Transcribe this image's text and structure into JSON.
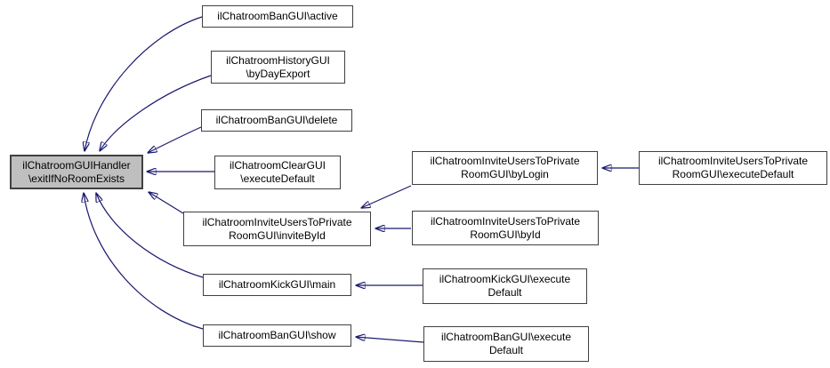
{
  "diagram": {
    "type": "call-graph",
    "background_color": "#ffffff",
    "edge_color": "#191970",
    "node_fill_color": "#ffffff",
    "node_border_color": "#404040",
    "highlight_fill_color": "#bfbfbf"
  },
  "nodes": {
    "exit": {
      "label": "ilChatroomGUIHandler\n\\exitIfNoRoomExists",
      "highlighted": true
    },
    "active": {
      "label": "ilChatroomBanGUI\\active"
    },
    "history": {
      "label": "ilChatroomHistoryGUI\n\\byDayExport"
    },
    "delete": {
      "label": "ilChatroomBanGUI\\delete"
    },
    "clear": {
      "label": "ilChatroomClearGUI\n\\executeDefault"
    },
    "inviteById": {
      "label": "ilChatroomInviteUsersToPrivate\nRoomGUI\\inviteById"
    },
    "kickMain": {
      "label": "ilChatroomKickGUI\\main"
    },
    "banShow": {
      "label": "ilChatroomBanGUI\\show"
    },
    "byLogin": {
      "label": "ilChatroomInviteUsersToPrivate\nRoomGUI\\byLogin"
    },
    "byId": {
      "label": "ilChatroomInviteUsersToPrivate\nRoomGUI\\byId"
    },
    "kickExec": {
      "label": "ilChatroomKickGUI\\execute\nDefault"
    },
    "banExec": {
      "label": "ilChatroomBanGUI\\execute\nDefault"
    },
    "invExec": {
      "label": "ilChatroomInviteUsersToPrivate\nRoomGUI\\executeDefault"
    }
  },
  "edges": [
    {
      "from": "active",
      "to": "exit"
    },
    {
      "from": "history",
      "to": "exit"
    },
    {
      "from": "delete",
      "to": "exit"
    },
    {
      "from": "clear",
      "to": "exit"
    },
    {
      "from": "inviteById",
      "to": "exit"
    },
    {
      "from": "kickMain",
      "to": "exit"
    },
    {
      "from": "banShow",
      "to": "exit"
    },
    {
      "from": "invExec",
      "to": "byLogin"
    },
    {
      "from": "byLogin",
      "to": "inviteById"
    },
    {
      "from": "byId",
      "to": "inviteById"
    },
    {
      "from": "kickExec",
      "to": "kickMain"
    },
    {
      "from": "banExec",
      "to": "banShow"
    }
  ]
}
